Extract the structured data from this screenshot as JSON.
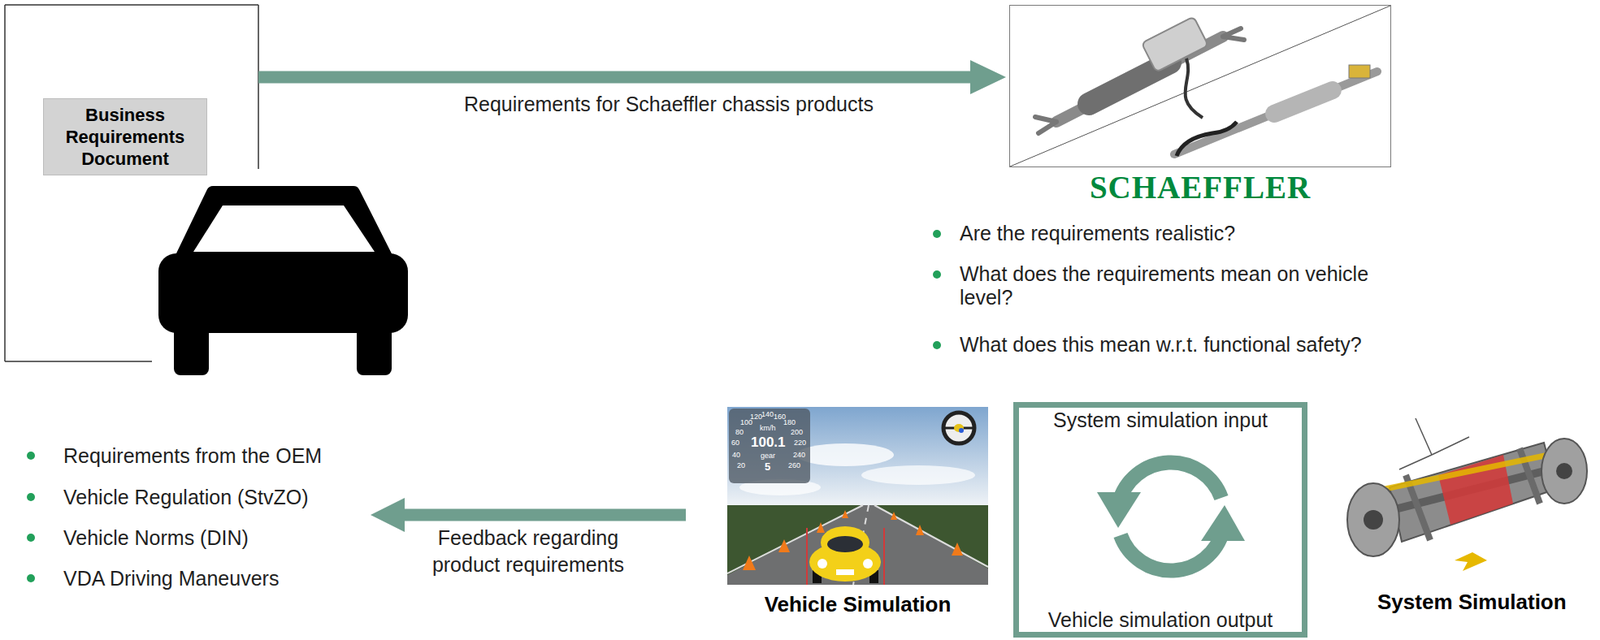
{
  "diagram": {
    "nodes": [
      {
        "text": []
      },
      {
        "text": [
          "Business Requirements Document"
        ],
        "in": 0
      },
      {
        "text": [
          "SCHAEFFLER"
        ]
      },
      {
        "text": [
          "Vehicle Simulation"
        ]
      },
      {
        "text": [
          "System simulation input",
          "Vehicle simulation output"
        ]
      }
    ],
    "edges": [
      {
        "from": 0,
        "to": 2,
        "arrow": "to",
        "label": "Requirements for Schaeffler chassis products"
      }
    ],
    "labels": [
      "Are the requirements realistic?",
      "What does the requirements mean on vehicle level?",
      "What does this mean w.r.t. functional safety?",
      "Requirements from the OEM",
      "Vehicle Regulation (StvZO)",
      "Vehicle Norms (DIN)",
      "VDA Driving Maneuvers",
      "Feedback regarding product requirements",
      "20",
      "40",
      "60",
      "80",
      "100",
      "120",
      "140",
      "160",
      "180",
      "200",
      "220",
      "240",
      "260",
      "km/h",
      "100.1",
      "gear",
      "5",
      "System Simulation"
    ]
  }
}
